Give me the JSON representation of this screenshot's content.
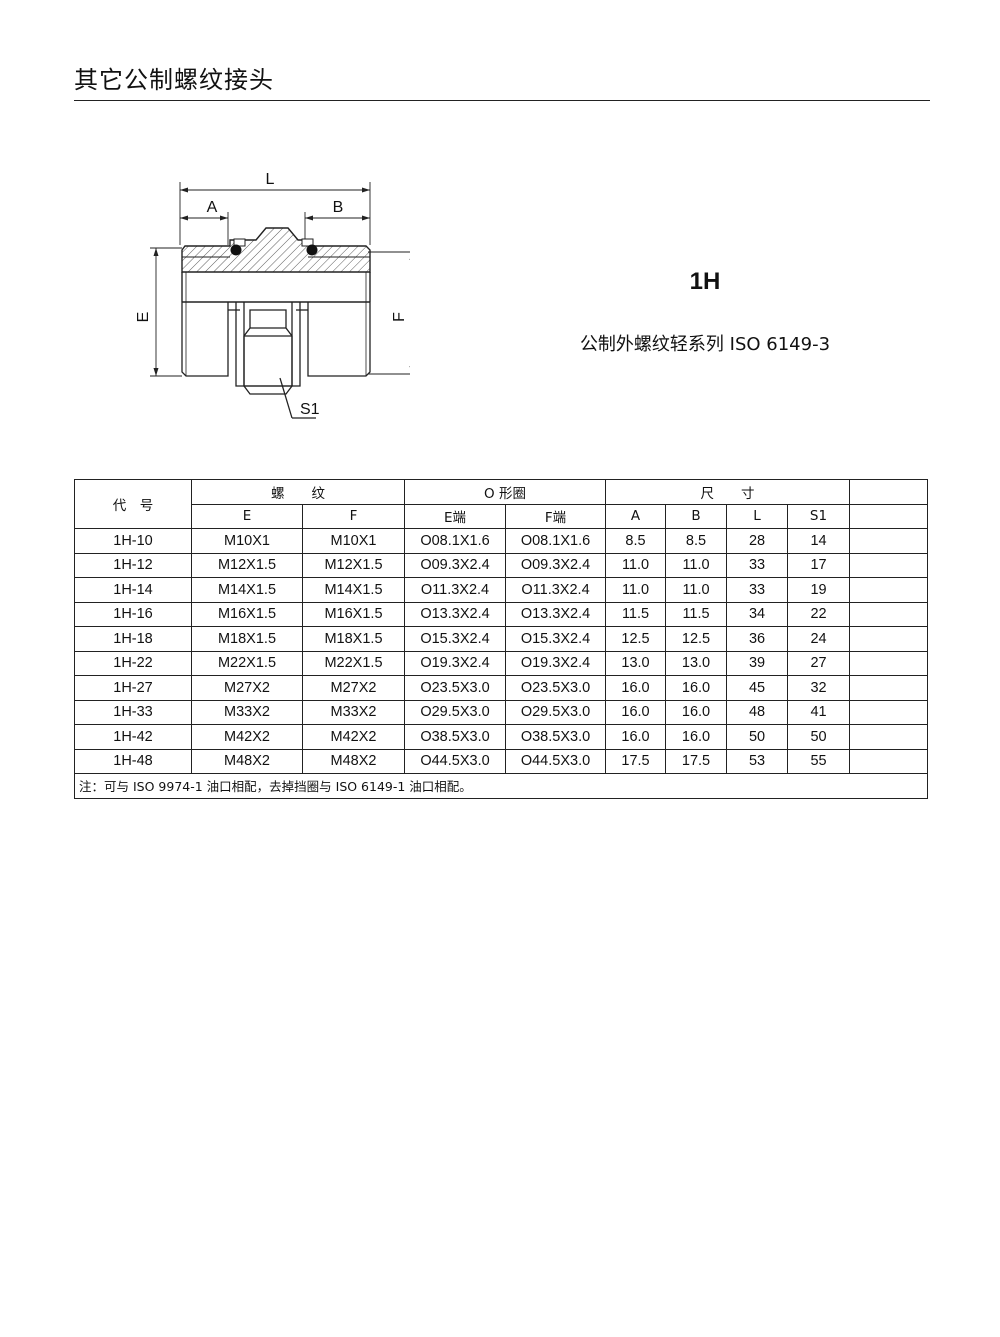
{
  "page": {
    "title": "其它公制螺纹接头",
    "model": "1H",
    "subtitle": "公制外螺纹轻系列 ISO 6149-3"
  },
  "drawing": {
    "labels": {
      "L": "L",
      "A": "A",
      "B": "B",
      "E": "E",
      "F": "F",
      "S1": "S1"
    }
  },
  "table": {
    "group_headers": {
      "code": "代　号",
      "thread": "螺　　纹",
      "oring": "O 形圈",
      "dims": "尺　　寸"
    },
    "sub_headers": [
      "E",
      "F",
      "E端",
      "F端",
      "A",
      "B",
      "L",
      "S1"
    ],
    "rows": [
      [
        "1H-10",
        "M10X1",
        "M10X1",
        "O08.1X1.6",
        "O08.1X1.6",
        "8.5",
        "8.5",
        "28",
        "14"
      ],
      [
        "1H-12",
        "M12X1.5",
        "M12X1.5",
        "O09.3X2.4",
        "O09.3X2.4",
        "11.0",
        "11.0",
        "33",
        "17"
      ],
      [
        "1H-14",
        "M14X1.5",
        "M14X1.5",
        "O11.3X2.4",
        "O11.3X2.4",
        "11.0",
        "11.0",
        "33",
        "19"
      ],
      [
        "1H-16",
        "M16X1.5",
        "M16X1.5",
        "O13.3X2.4",
        "O13.3X2.4",
        "11.5",
        "11.5",
        "34",
        "22"
      ],
      [
        "1H-18",
        "M18X1.5",
        "M18X1.5",
        "O15.3X2.4",
        "O15.3X2.4",
        "12.5",
        "12.5",
        "36",
        "24"
      ],
      [
        "1H-22",
        "M22X1.5",
        "M22X1.5",
        "O19.3X2.4",
        "O19.3X2.4",
        "13.0",
        "13.0",
        "39",
        "27"
      ],
      [
        "1H-27",
        "M27X2",
        "M27X2",
        "O23.5X3.0",
        "O23.5X3.0",
        "16.0",
        "16.0",
        "45",
        "32"
      ],
      [
        "1H-33",
        "M33X2",
        "M33X2",
        "O29.5X3.0",
        "O29.5X3.0",
        "16.0",
        "16.0",
        "48",
        "41"
      ],
      [
        "1H-42",
        "M42X2",
        "M42X2",
        "O38.5X3.0",
        "O38.5X3.0",
        "16.0",
        "16.0",
        "50",
        "50"
      ],
      [
        "1H-48",
        "M48X2",
        "M48X2",
        "O44.5X3.0",
        "O44.5X3.0",
        "17.5",
        "17.5",
        "53",
        "55"
      ]
    ],
    "note": "注：可与 ISO 9974-1 油口相配，去掉挡圈与 ISO 6149-1 油口相配。"
  }
}
